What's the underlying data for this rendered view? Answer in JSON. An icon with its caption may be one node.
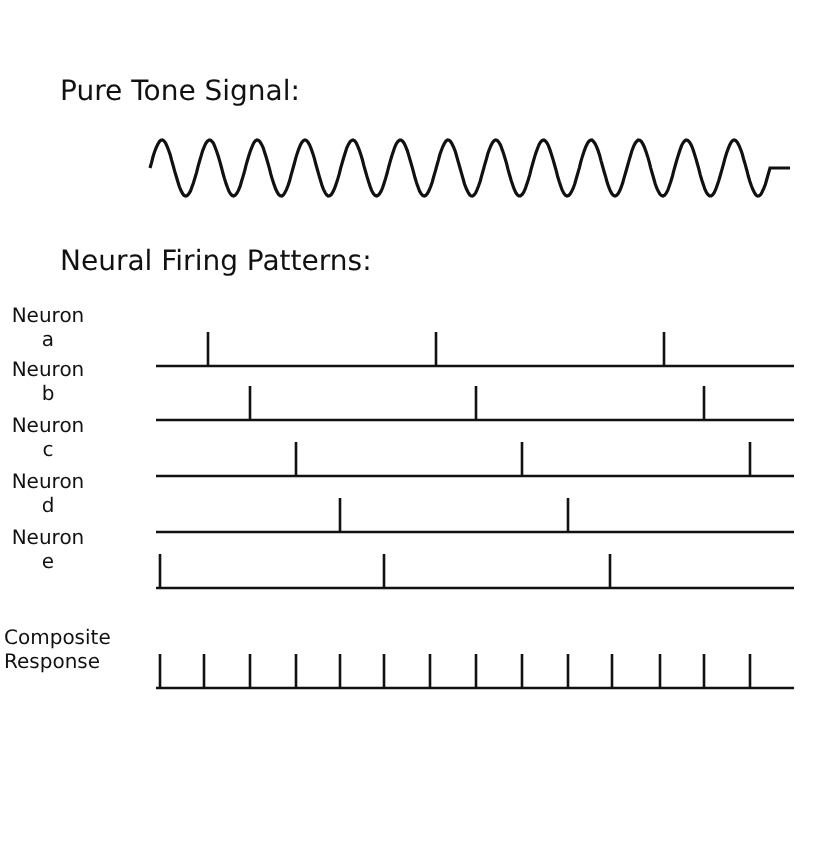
{
  "diagram": {
    "labels": [
      "Pure Tone Signal:",
      "Neural Firing Patterns:",
      "Neuron a",
      "Neuron b",
      "Neuron c",
      "Neuron d",
      "Neuron e",
      "Composite Response"
    ]
  }
}
